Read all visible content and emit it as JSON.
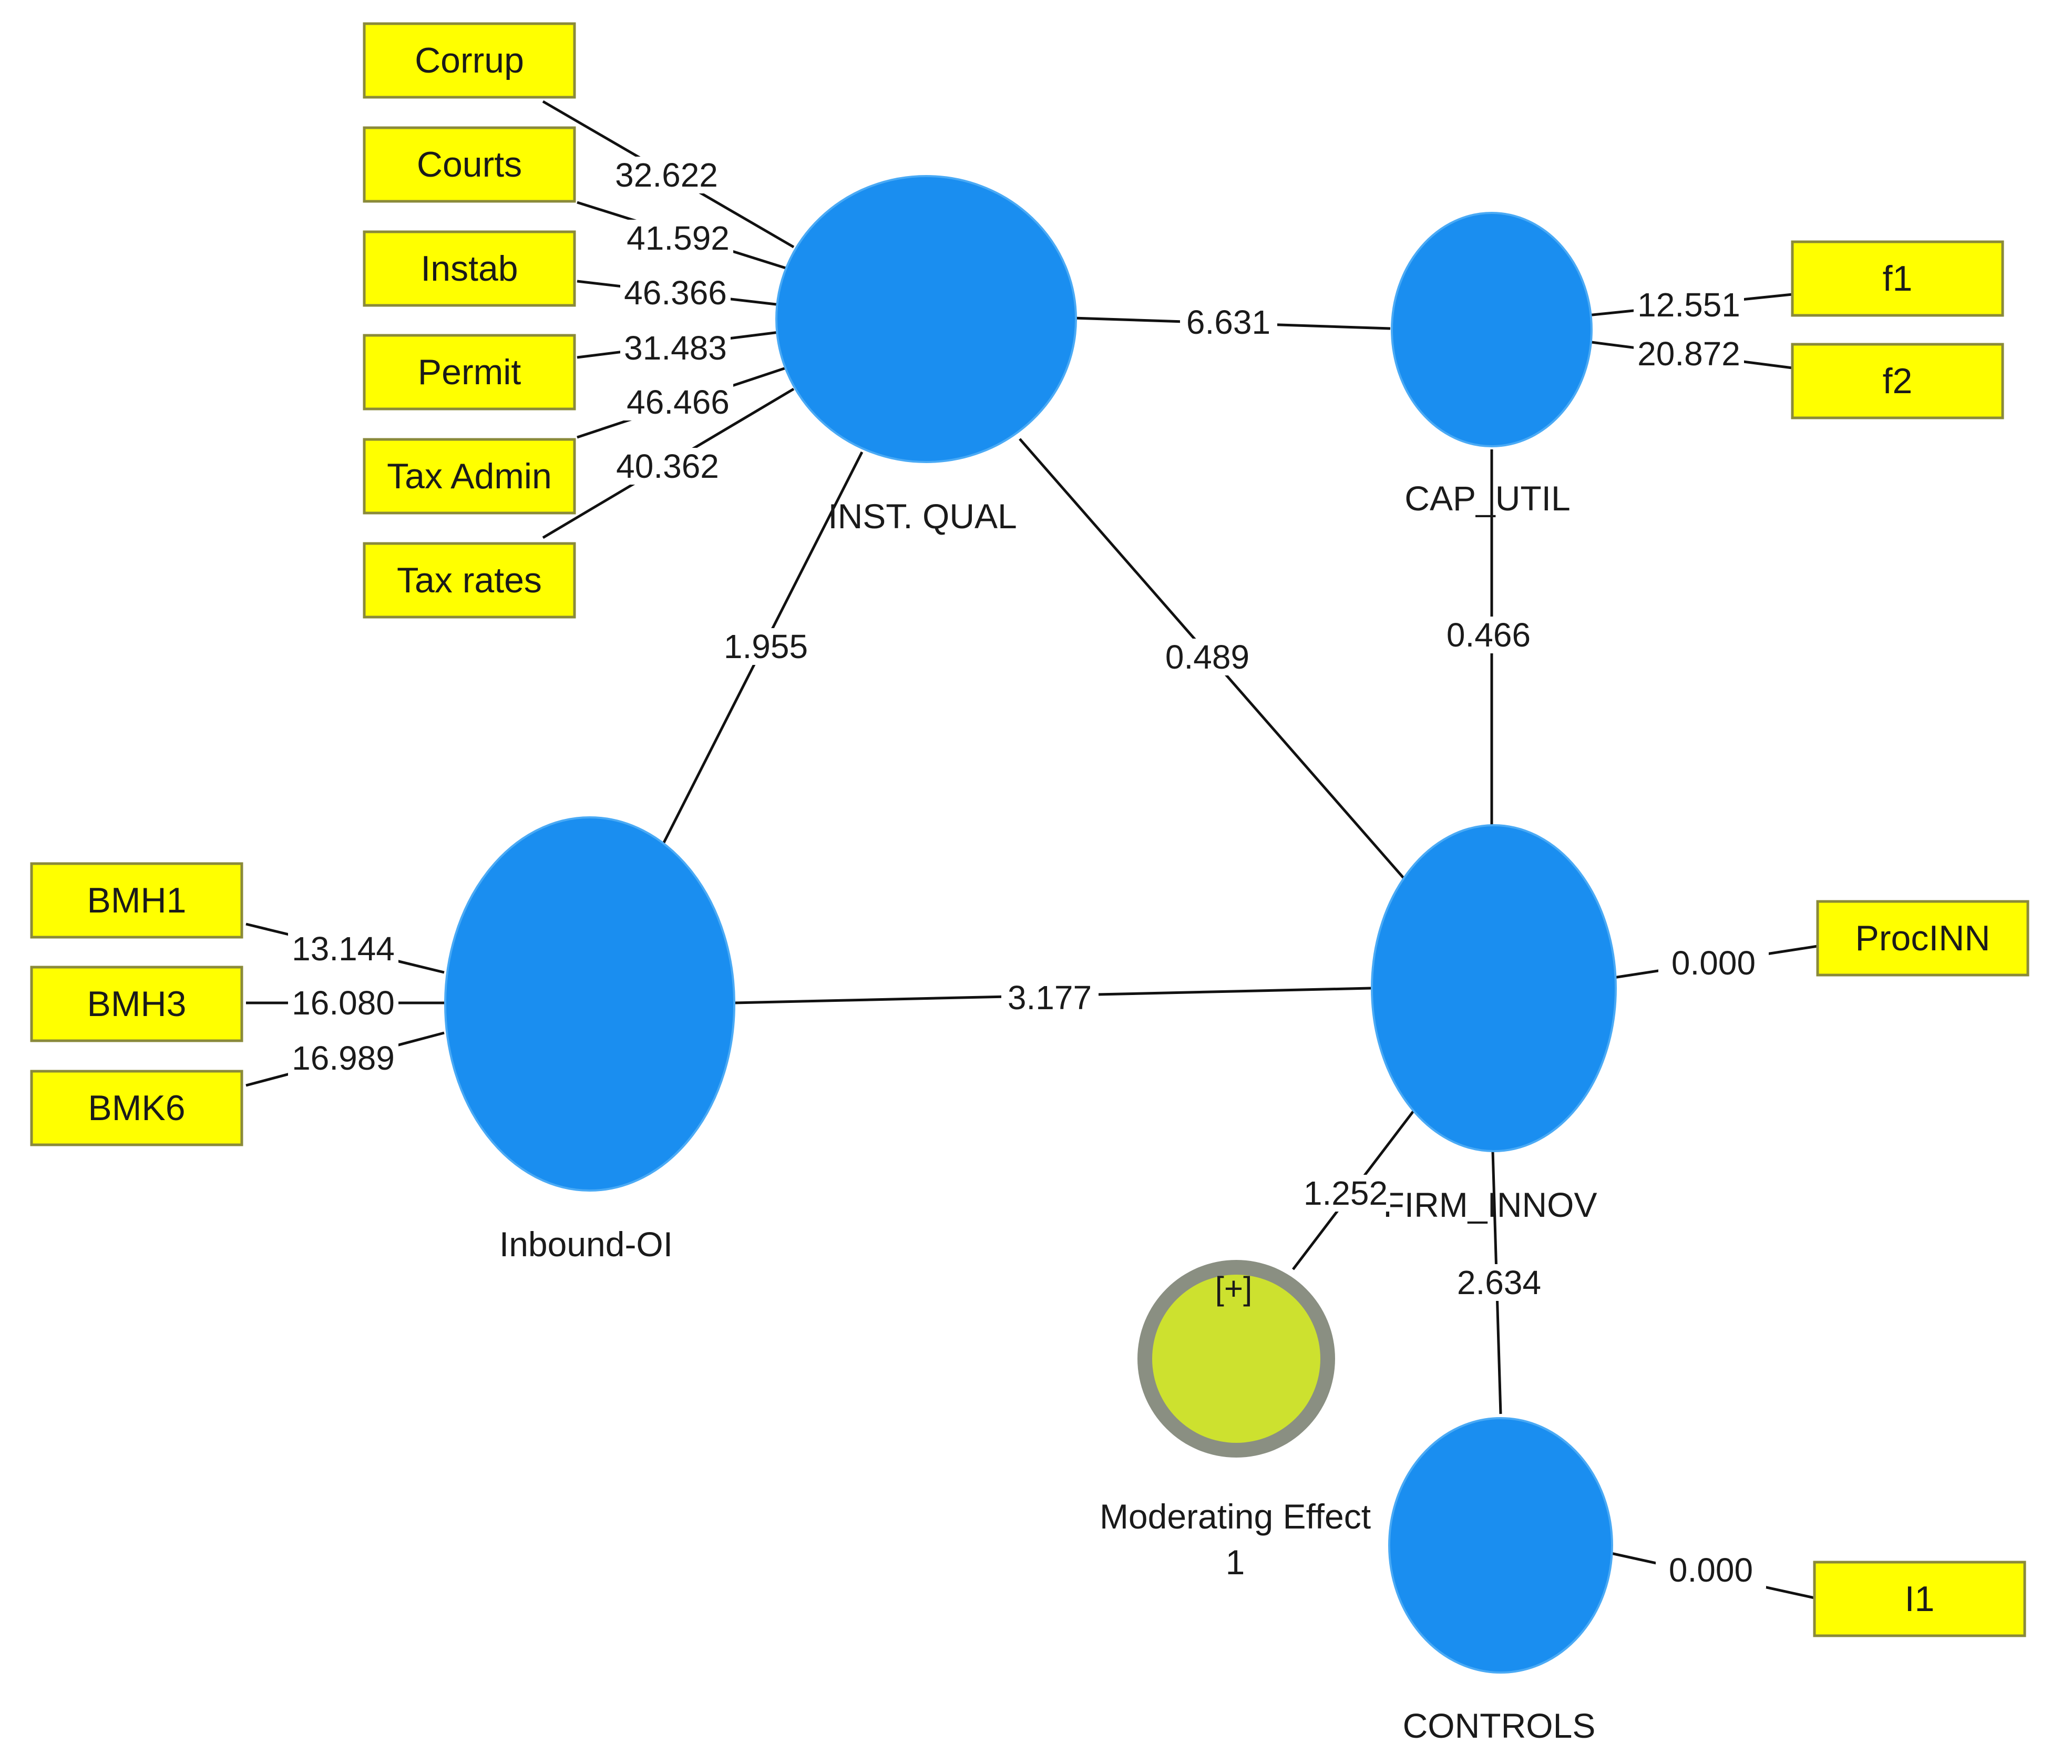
{
  "constructs": {
    "inst_qual": "INST. QUAL",
    "cap_util": "CAP_UTIL",
    "inbound_oi": "Inbound-OI",
    "firm_innov": "FIRM_INNOV",
    "controls": "CONTROLS",
    "moderating_effect_line1": "Moderating Effect",
    "moderating_effect_line2": "1",
    "moderating_symbol": "[+]"
  },
  "indicators": {
    "corrup": "Corrup",
    "courts": "Courts",
    "instab": "Instab",
    "permit": "Permit",
    "tax_admin": "Tax Admin",
    "tax_rates": "Tax rates",
    "f1": "f1",
    "f2": "f2",
    "bmh1": "BMH1",
    "bmh3": "BMH3",
    "bmk6": "BMK6",
    "procinn": "ProcINN",
    "i1": "I1"
  },
  "outer_weights": {
    "corrup": "32.622",
    "courts": "41.592",
    "instab": "46.366",
    "permit": "31.483",
    "tax_admin": "46.466",
    "tax_rates": "40.362",
    "f1": "12.551",
    "f2": "20.872",
    "bmh1": "13.144",
    "bmh3": "16.080",
    "bmk6": "16.989",
    "procinn": "0.000",
    "i1": "0.000"
  },
  "path_coefficients": {
    "instqual_caputil": "6.631",
    "instqual_inboundoi": "1.955",
    "instqual_firminnov": "0.489",
    "caputil_firminnov": "0.466",
    "inboundoi_firminnov": "3.177",
    "moderating_firminnov": "1.252",
    "controls_firminnov": "2.634"
  }
}
